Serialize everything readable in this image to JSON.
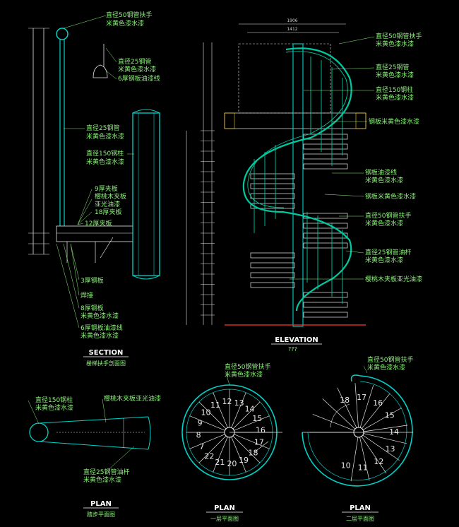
{
  "section": {
    "title": "SECTION",
    "subtitle": "楼梯扶手剖面图",
    "labels": [
      "直径50钢管扶手",
      "米黄色漆水漆",
      "直径25钢管",
      "米黄色漆水漆",
      "6厚钢板油漆线",
      "直径25钢管",
      "米黄色漆水漆",
      "直径150钢柱",
      "米黄色漆水漆",
      "9厚夹板",
      "樱桃木夹板",
      "亚光油漆",
      "18厚夹板",
      "12厚夹板",
      "3厚钢板",
      "焊接",
      "8厚钢板",
      "米黄色漆水漆",
      "6厚钢板油漆线",
      "米黄色漆水漆"
    ]
  },
  "elevation": {
    "title": "ELEVATION",
    "subtitle": "???",
    "top_dims": [
      "1906",
      "1412"
    ],
    "labels": [
      "直径50钢管扶手",
      "米黄色漆水漆",
      "直径25钢管",
      "米黄色漆水漆",
      "直径150钢柱",
      "米黄色漆水漆",
      "钢板米黄色漆水漆",
      "钢板油漆线",
      "米黄色漆水漆",
      "钢板米黄色漆水漆",
      "直径50钢管扶手",
      "米黄色漆水漆",
      "直径25钢管油杆",
      "米黄色漆水漆",
      "樱桃木夹板亚光油漆"
    ]
  },
  "plan_step": {
    "title": "PLAN",
    "subtitle": "踏步平面图",
    "labels": [
      "直径150钢柱",
      "米黄色漆水漆",
      "樱桃木夹板亚光油漆",
      "直径25钢管油杆",
      "米黄色漆水漆"
    ]
  },
  "plan_first": {
    "title": "PLAN",
    "subtitle": "一层平面图",
    "labels": [
      "直径50钢管扶手",
      "米黄色漆水漆"
    ],
    "step_numbers": [
      "7",
      "8",
      "9",
      "10",
      "11",
      "12",
      "13",
      "14",
      "15",
      "16",
      "17",
      "18",
      "19",
      "20",
      "21",
      "22"
    ]
  },
  "plan_second": {
    "title": "PLAN",
    "subtitle": "二层平面图",
    "labels": [
      "直径50钢管扶手",
      "米黄色漆水漆"
    ],
    "step_numbers": [
      "10",
      "11",
      "12",
      "13",
      "14",
      "15",
      "16",
      "17",
      "18"
    ]
  },
  "colors": {
    "background": "#000000",
    "annotation": "#8cf27a",
    "structure": "#00d2c8",
    "rail": "#00c8a0",
    "dimension": "#e8e8e8",
    "highlight": "#ff3030",
    "title": "#ffffff"
  }
}
